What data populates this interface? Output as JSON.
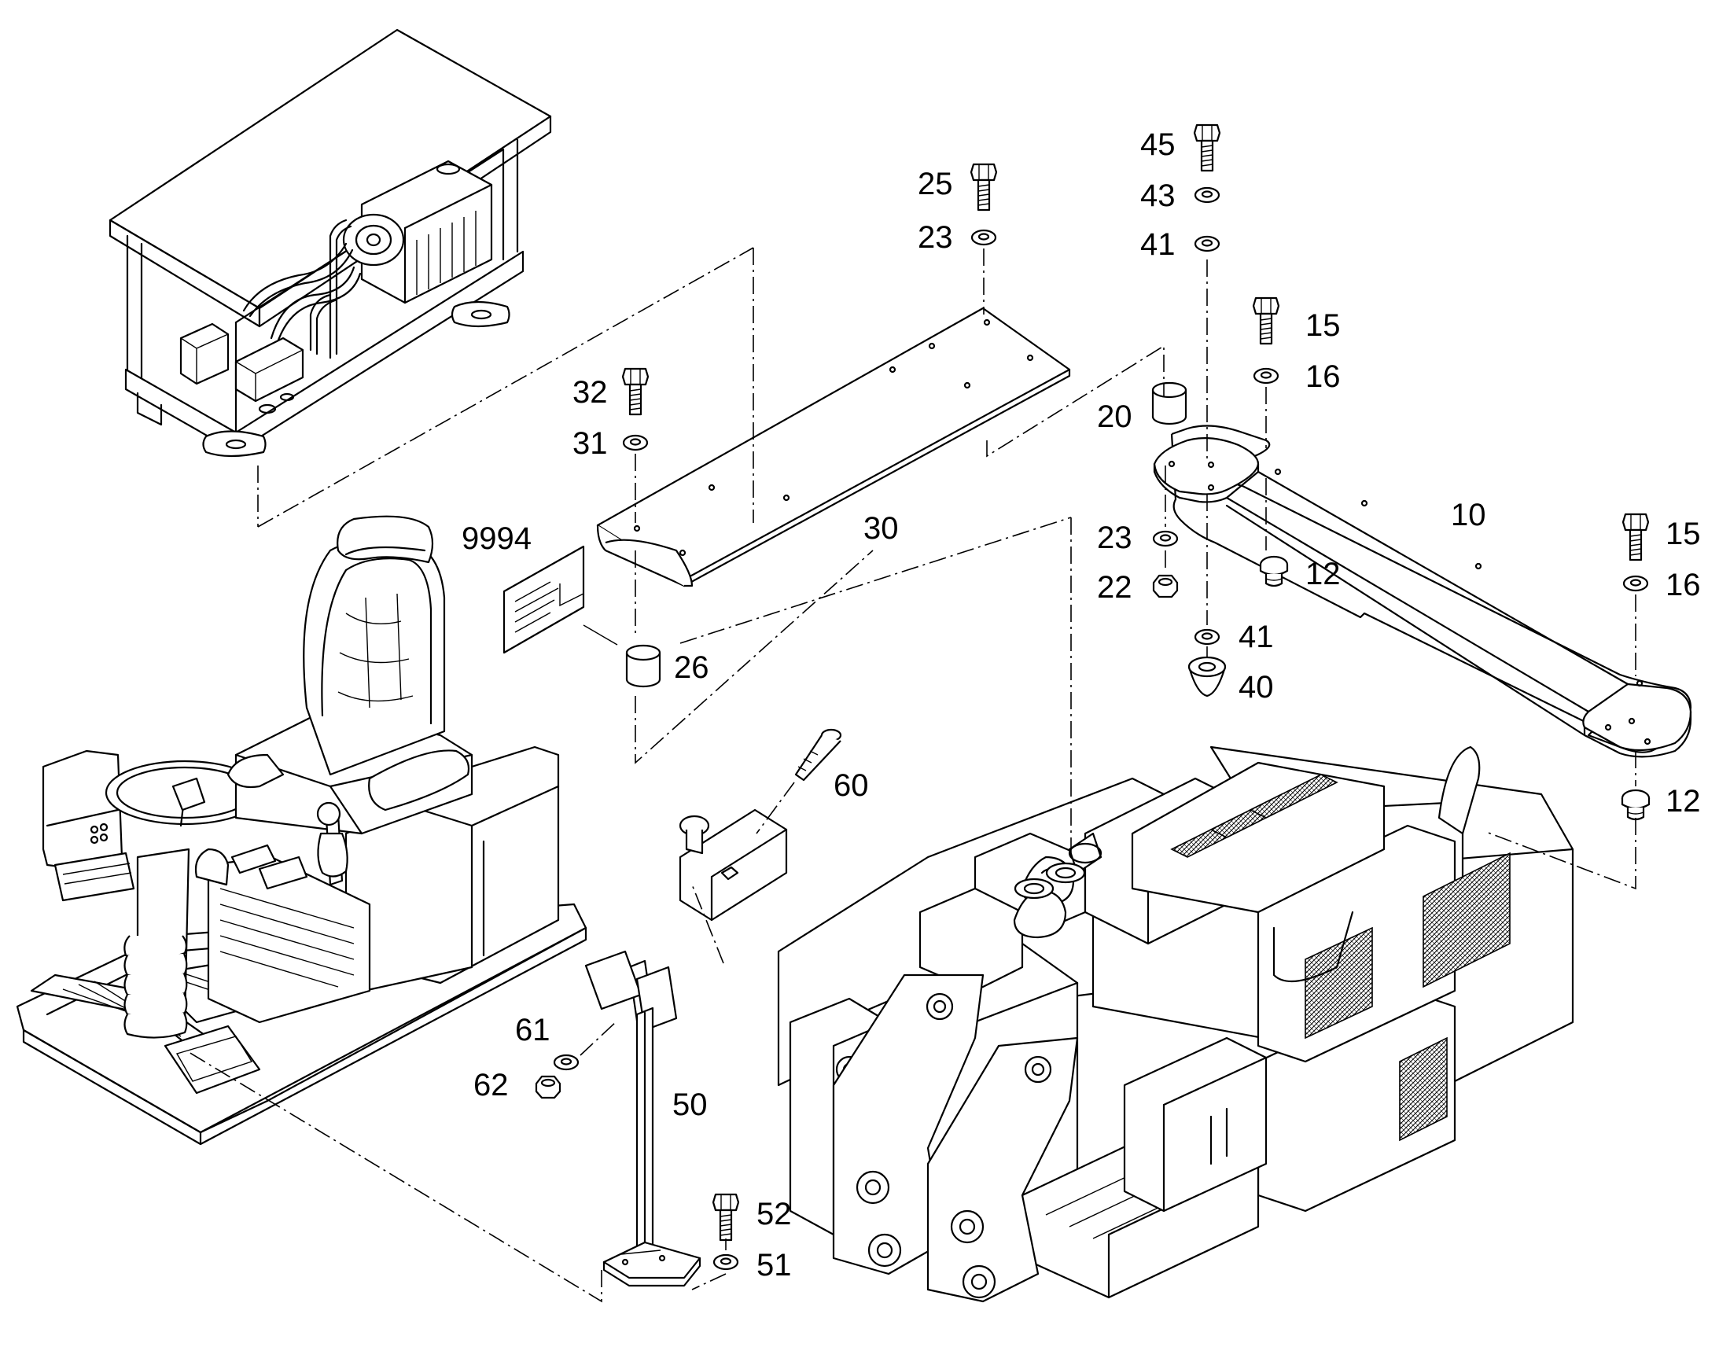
{
  "callouts": {
    "c45": "45",
    "c43": "43",
    "c41a": "41",
    "c25": "25",
    "c23a": "23",
    "c15a": "15",
    "c16a": "16",
    "c32": "32",
    "c31": "31",
    "c20": "20",
    "c10": "10",
    "c30": "30",
    "c9994": "9994",
    "c23b": "23",
    "c12a": "12",
    "c15b": "15",
    "c16b": "16",
    "c22": "22",
    "c41b": "41",
    "c40": "40",
    "c26": "26",
    "c60": "60",
    "c12b": "12",
    "c61": "61",
    "c62": "62",
    "c50": "50",
    "c52": "52",
    "c51": "51"
  }
}
